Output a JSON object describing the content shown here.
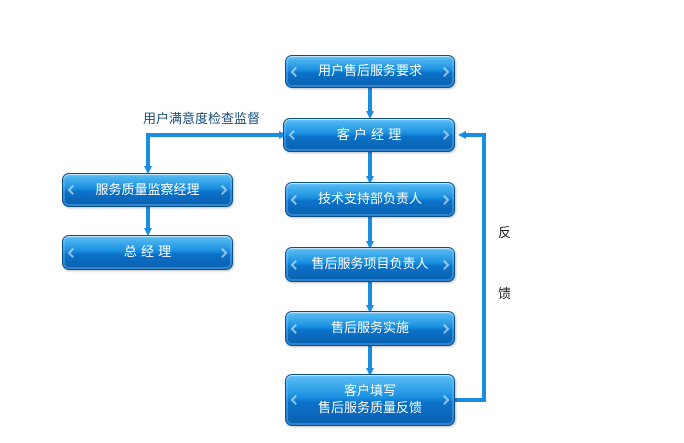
{
  "nodes": {
    "request": "用户售后服务要求",
    "manager": "客 户 经 理",
    "tech": "技术支持部负责人",
    "project": "售后服务项目负责人",
    "impl": "售后服务实施",
    "feedback": "客户填写\n售后服务质量反馈",
    "quality": "服务质量监察经理",
    "general": "总 经 理"
  },
  "labels": {
    "satisfaction": "用户满意度检查监督",
    "feedback_a": "反",
    "feedback_b": "馈"
  },
  "colors": {
    "arrow": "#1a8de0",
    "box_top": "#5cc0f5",
    "box_bottom": "#0a5fae"
  }
}
